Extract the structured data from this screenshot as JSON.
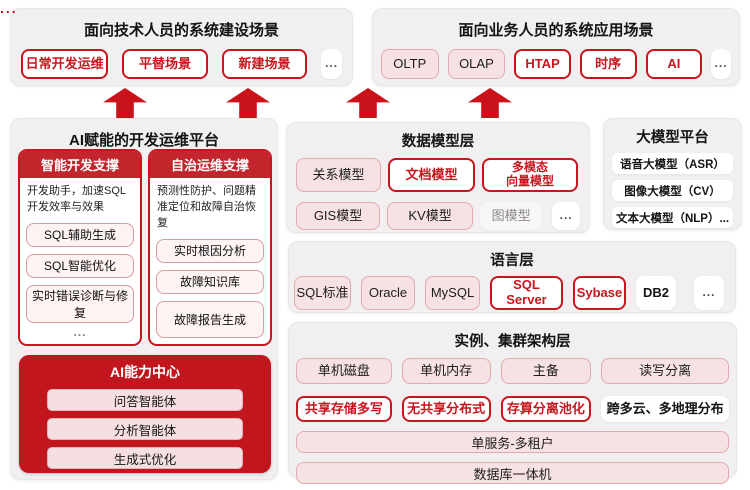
{
  "colors": {
    "accent_red": "#c8161e",
    "header_red": "#c2252b",
    "dark_red_panel": "#c1161d",
    "pink_fill": "#f7e2e3",
    "panel_bg": "#f1eff0"
  },
  "top_left": {
    "title": "面向技术人员的系统建设场景",
    "buttons": [
      "日常开发运维",
      "平替场景",
      "新建场景"
    ],
    "more": "..."
  },
  "top_right": {
    "title": "面向业务人员的系统应用场景",
    "buttons": [
      "OLTP",
      "OLAP",
      "HTAP",
      "时序",
      "AI"
    ],
    "more": "..."
  },
  "between": {
    "dots": "..."
  },
  "ai_platform": {
    "title": "AI赋能的开发运维平台",
    "col1": {
      "header": "智能开发支撑",
      "desc": "开发助手，加速SQL开发效率与效果",
      "items": [
        "SQL辅助生成",
        "SQL智能优化",
        "实时错误诊断与修复"
      ],
      "more": "..."
    },
    "col2": {
      "header": "自治运维支撑",
      "desc": "预测性防护、问题精准定位和故障自治恢复",
      "items": [
        "实时根因分析",
        "故障知识库",
        "故障报告生成"
      ],
      "more": "..."
    },
    "ai_center": {
      "title": "AI能力中心",
      "items": [
        "问答智能体",
        "分析智能体",
        "生成式优化"
      ]
    }
  },
  "data_model_layer": {
    "title": "数据模型层",
    "row1": [
      "关系模型",
      "文档模型",
      "多模态\n向量模型"
    ],
    "row2": [
      "GIS模型",
      "KV模型",
      "图模型"
    ],
    "more": "..."
  },
  "llm_platform": {
    "title": "大模型平台",
    "items": [
      "语音大模型（ASR）",
      "图像大模型（CV）",
      "文本大模型（NLP）..."
    ]
  },
  "language_layer": {
    "title": "语言层",
    "items": [
      "SQL标准",
      "Oracle",
      "MySQL",
      "SQL Server",
      "Sybase",
      "DB2"
    ],
    "more": "..."
  },
  "cluster_layer": {
    "title": "实例、集群架构层",
    "row1": [
      "单机磁盘",
      "单机内存",
      "主备",
      "读写分离"
    ],
    "row2": [
      "共享存储多写",
      "无共享分布式",
      "存算分离池化",
      "跨多云、多地理分布"
    ],
    "row3": "单服务-多租户",
    "row4": "数据库一体机"
  }
}
